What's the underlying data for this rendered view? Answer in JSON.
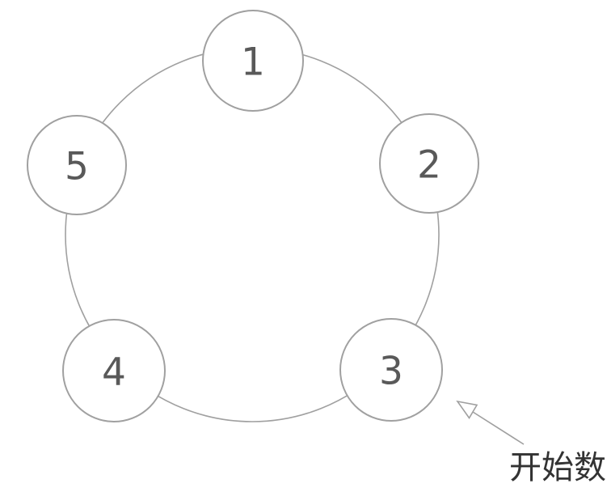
{
  "diagram": {
    "nodes": [
      {
        "id": 1,
        "label": "1"
      },
      {
        "id": 2,
        "label": "2"
      },
      {
        "id": 3,
        "label": "3"
      },
      {
        "id": 4,
        "label": "4"
      },
      {
        "id": 5,
        "label": "5"
      }
    ],
    "annotation": {
      "text": "开始数",
      "points_to_node": "3"
    },
    "colors": {
      "stroke": "#a0a0a0",
      "node_fill": "#ffffff",
      "label": "#595959",
      "arrow": "#9f9f9f",
      "annotation_text": "#333333",
      "background": "#ffffff"
    }
  }
}
